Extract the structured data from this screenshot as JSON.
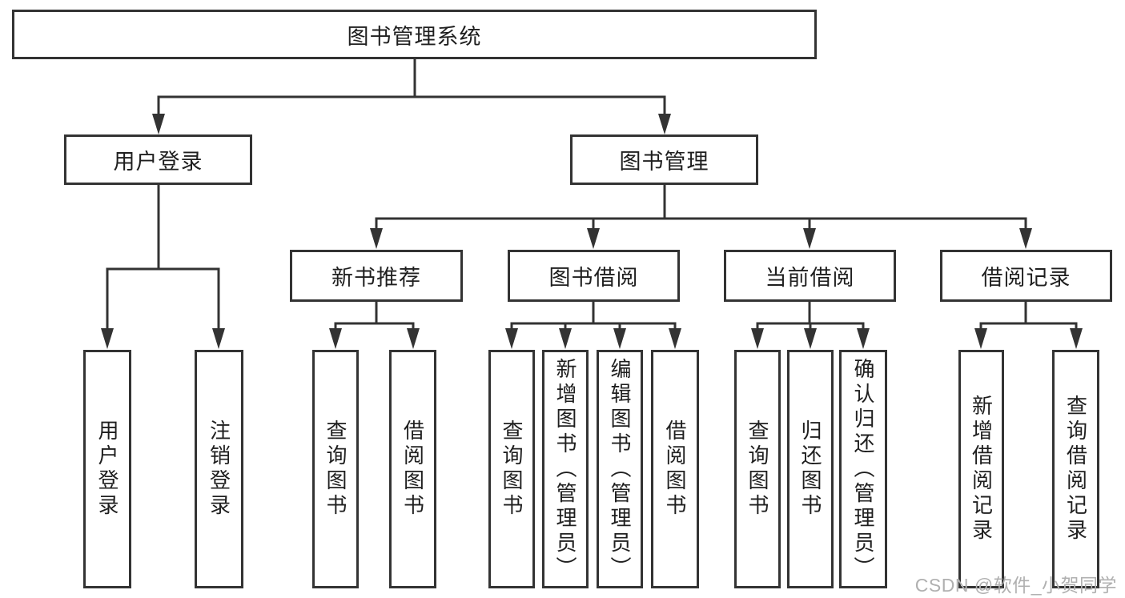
{
  "diagram_title": "图书管理系统",
  "tree": {
    "label": "图书管理系统",
    "children": [
      {
        "label": "用户登录",
        "children": [
          {
            "label": "用户登录"
          },
          {
            "label": "注销登录"
          }
        ]
      },
      {
        "label": "图书管理",
        "children": [
          {
            "label": "新书推荐",
            "children": [
              {
                "label": "查询图书"
              },
              {
                "label": "借阅图书"
              }
            ]
          },
          {
            "label": "图书借阅",
            "children": [
              {
                "label": "查询图书"
              },
              {
                "label": "新增图书（管理员）"
              },
              {
                "label": "编辑图书（管理员）"
              },
              {
                "label": "借阅图书"
              }
            ]
          },
          {
            "label": "当前借阅",
            "children": [
              {
                "label": "查询图书"
              },
              {
                "label": "归还图书"
              },
              {
                "label": "确认归还（管理员）"
              }
            ]
          },
          {
            "label": "借阅记录",
            "children": [
              {
                "label": "新增借阅记录"
              },
              {
                "label": "查询借阅记录"
              }
            ]
          }
        ]
      }
    ]
  },
  "watermark": "CSDN @软件_小贺同学",
  "colors": {
    "line": "#333333",
    "text": "#1f1f1f",
    "watermark": "#b0b0b0",
    "background": "#ffffff"
  }
}
